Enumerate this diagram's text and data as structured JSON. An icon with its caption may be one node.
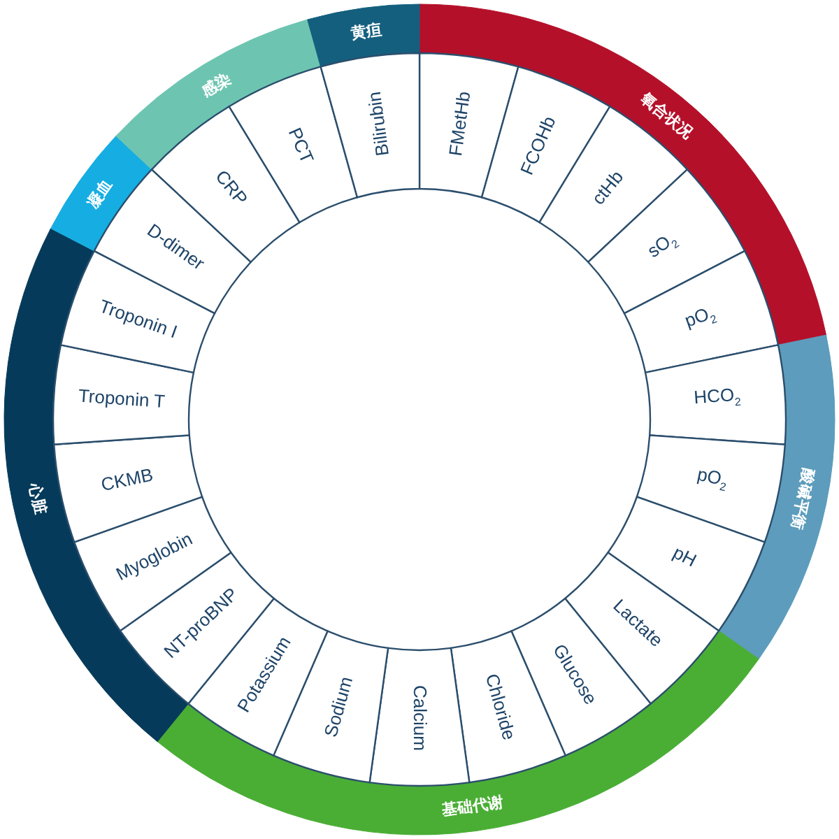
{
  "diagram": {
    "nodes": [
      {
        "text": [
          "氧合状况"
        ]
      },
      {
        "text": [
          "FMetHb"
        ]
      },
      {
        "text": [
          "FCOHb"
        ]
      },
      {
        "text": [
          "ctHb"
        ]
      },
      {
        "text": [
          "sO$_{2}$"
        ]
      },
      {
        "text": [
          "pO$_{2}$"
        ]
      },
      {
        "text": [
          "酸碱平衡"
        ]
      },
      {
        "text": [
          "HCO$_{2}$"
        ]
      },
      {
        "text": [
          "pO$_{2}$"
        ]
      },
      {
        "text": [
          "pH"
        ]
      },
      {
        "text": [
          "基础代谢"
        ]
      },
      {
        "text": [
          "Lactate"
        ]
      },
      {
        "text": [
          "Glucose"
        ]
      },
      {
        "text": [
          "Chloride"
        ]
      },
      {
        "text": [
          "Calcium"
        ]
      },
      {
        "text": [
          "Sodium"
        ]
      },
      {
        "text": [
          "Potassium"
        ]
      },
      {
        "text": [
          "心脏"
        ]
      },
      {
        "text": [
          "NT-proBNP"
        ]
      },
      {
        "text": [
          "Myoglobin"
        ]
      },
      {
        "text": [
          "CKMB"
        ]
      },
      {
        "text": [
          "Troponin T"
        ]
      },
      {
        "text": [
          "Troponin I"
        ]
      },
      {
        "text": [
          "凝血"
        ]
      },
      {
        "text": [
          "D-dimer"
        ]
      },
      {
        "text": [
          "感染"
        ]
      },
      {
        "text": [
          "CRP"
        ]
      },
      {
        "text": [
          "PCT"
        ]
      },
      {
        "text": [
          "黄疸"
        ]
      },
      {
        "text": [
          "Bilirubin"
        ]
      }
    ]
  }
}
